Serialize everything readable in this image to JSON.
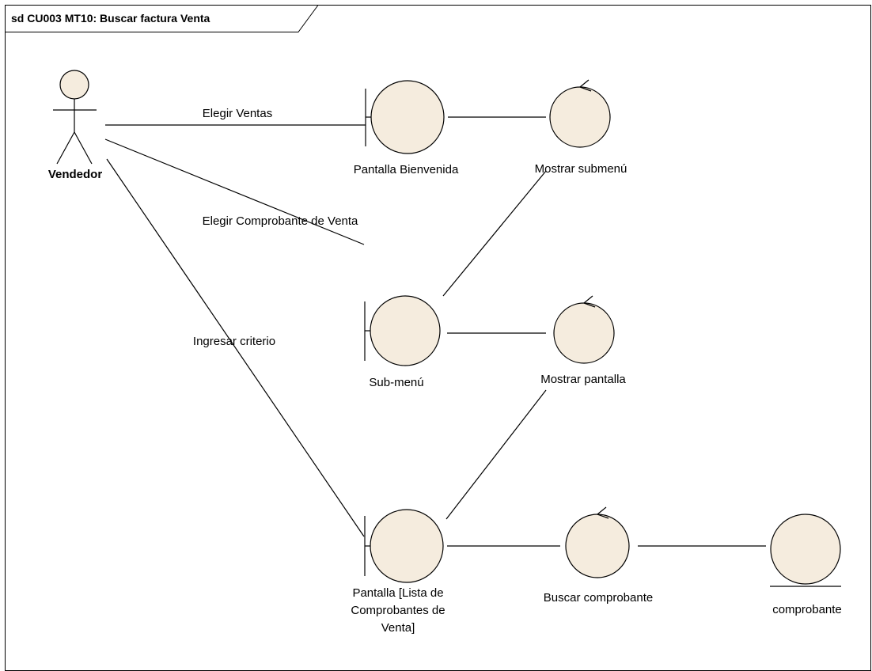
{
  "frame": {
    "title": "sd CU003 MT10: Buscar factura Venta"
  },
  "colors": {
    "fill": "#f5ecde",
    "stroke": "#000000",
    "background": "#ffffff"
  },
  "actor": {
    "name": "Vendedor",
    "icon": "stick-figure-actor-icon"
  },
  "boundaries": [
    {
      "id": "pantalla-bienvenida",
      "name": "Pantalla Bienvenida",
      "icon": "boundary-icon"
    },
    {
      "id": "sub-menu",
      "name": "Sub-menú",
      "icon": "boundary-icon"
    },
    {
      "id": "pantalla-lista",
      "name": "Pantalla [Lista de\nComprobantes de\nVenta]",
      "icon": "boundary-icon"
    }
  ],
  "controls": [
    {
      "id": "mostrar-submenu",
      "name": "Mostrar submenú",
      "icon": "control-icon"
    },
    {
      "id": "mostrar-pantalla",
      "name": "Mostrar pantalla",
      "icon": "control-icon"
    },
    {
      "id": "buscar-comprobante",
      "name": "Buscar comprobante",
      "icon": "control-icon"
    }
  ],
  "entities": [
    {
      "id": "comprobante",
      "name": "comprobante",
      "icon": "entity-icon"
    }
  ],
  "messages": [
    {
      "id": "elegir-ventas",
      "label": "Elegir Ventas"
    },
    {
      "id": "elegir-comprobante",
      "label": "Elegir Comprobante de Venta"
    },
    {
      "id": "ingresar-criterio",
      "label": "Ingresar criterio"
    }
  ]
}
